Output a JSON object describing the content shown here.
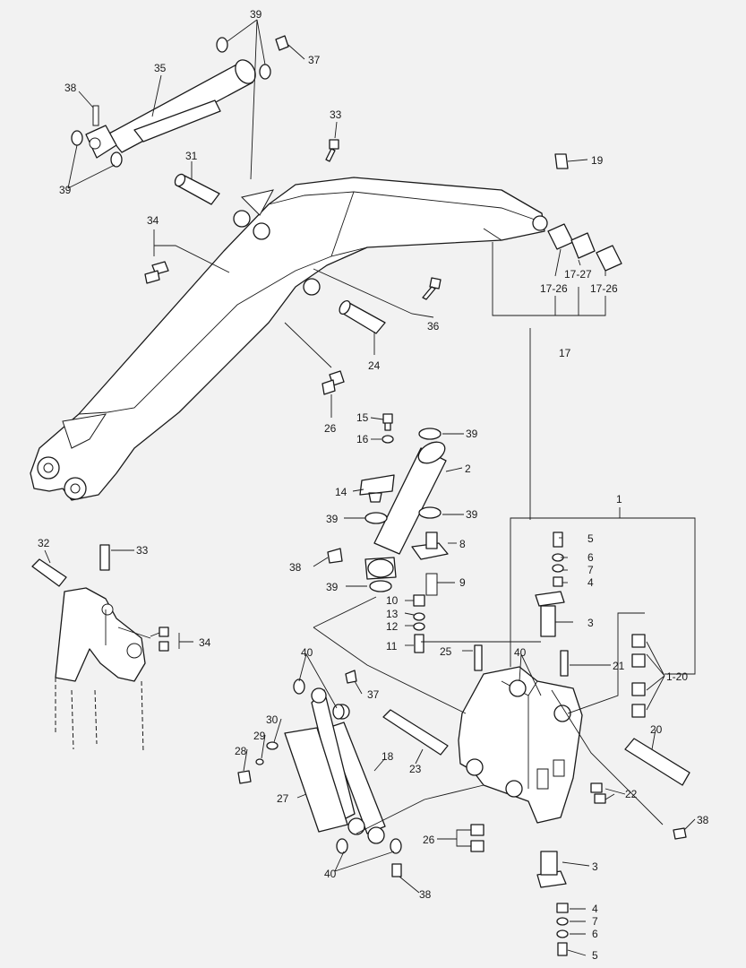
{
  "callouts": [
    {
      "id": "c39a",
      "text": "39"
    },
    {
      "id": "c37a",
      "text": "37"
    },
    {
      "id": "c35",
      "text": "35"
    },
    {
      "id": "c38a",
      "text": "38"
    },
    {
      "id": "c39b",
      "text": "39"
    },
    {
      "id": "c33a",
      "text": "33"
    },
    {
      "id": "c31",
      "text": "31"
    },
    {
      "id": "c19",
      "text": "19"
    },
    {
      "id": "c34a",
      "text": "34"
    },
    {
      "id": "c17-27",
      "text": "17-27"
    },
    {
      "id": "c17-26a",
      "text": "17-26"
    },
    {
      "id": "c17-26b",
      "text": "17-26"
    },
    {
      "id": "c36",
      "text": "36"
    },
    {
      "id": "c17",
      "text": "17"
    },
    {
      "id": "c24",
      "text": "24"
    },
    {
      "id": "c26a",
      "text": "26"
    },
    {
      "id": "c15",
      "text": "15"
    },
    {
      "id": "c16",
      "text": "16"
    },
    {
      "id": "c39c",
      "text": "39"
    },
    {
      "id": "c2",
      "text": "2"
    },
    {
      "id": "c14",
      "text": "14"
    },
    {
      "id": "c39d",
      "text": "39"
    },
    {
      "id": "c39e",
      "text": "39"
    },
    {
      "id": "c1",
      "text": "1"
    },
    {
      "id": "c32",
      "text": "32"
    },
    {
      "id": "c33b",
      "text": "33"
    },
    {
      "id": "c5a",
      "text": "5"
    },
    {
      "id": "c8",
      "text": "8"
    },
    {
      "id": "c6a",
      "text": "6"
    },
    {
      "id": "c38b",
      "text": "38"
    },
    {
      "id": "c7a",
      "text": "7"
    },
    {
      "id": "c39f",
      "text": "39"
    },
    {
      "id": "c9",
      "text": "9"
    },
    {
      "id": "c4a",
      "text": "4"
    },
    {
      "id": "c10",
      "text": "10"
    },
    {
      "id": "c13",
      "text": "13"
    },
    {
      "id": "c3a",
      "text": "3"
    },
    {
      "id": "c34b",
      "text": "34"
    },
    {
      "id": "c12",
      "text": "12"
    },
    {
      "id": "c11",
      "text": "11"
    },
    {
      "id": "c25",
      "text": "25"
    },
    {
      "id": "c40a",
      "text": "40"
    },
    {
      "id": "c40b",
      "text": "40"
    },
    {
      "id": "c21",
      "text": "21"
    },
    {
      "id": "c1-20",
      "text": "1-20"
    },
    {
      "id": "c37b",
      "text": "37"
    },
    {
      "id": "c30",
      "text": "30"
    },
    {
      "id": "c29",
      "text": "29"
    },
    {
      "id": "c20",
      "text": "20"
    },
    {
      "id": "c28",
      "text": "28"
    },
    {
      "id": "c18",
      "text": "18"
    },
    {
      "id": "c23",
      "text": "23"
    },
    {
      "id": "c22",
      "text": "22"
    },
    {
      "id": "c27",
      "text": "27"
    },
    {
      "id": "c38c",
      "text": "38"
    },
    {
      "id": "c26b",
      "text": "26"
    },
    {
      "id": "c3b",
      "text": "3"
    },
    {
      "id": "c40c",
      "text": "40"
    },
    {
      "id": "c38d",
      "text": "38"
    },
    {
      "id": "c4b",
      "text": "4"
    },
    {
      "id": "c7b",
      "text": "7"
    },
    {
      "id": "c6b",
      "text": "6"
    },
    {
      "id": "c5b",
      "text": "5"
    }
  ]
}
